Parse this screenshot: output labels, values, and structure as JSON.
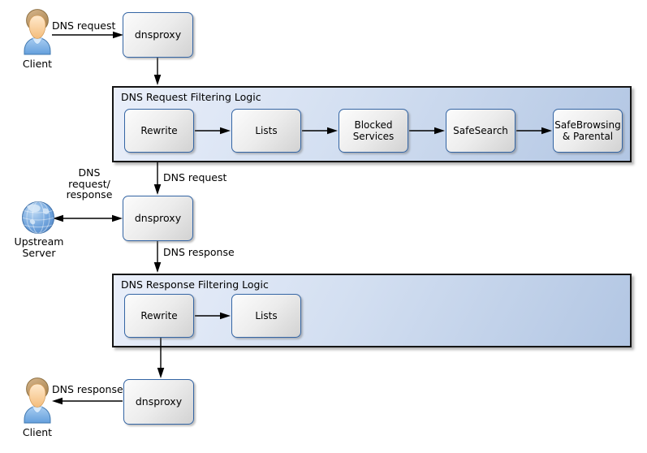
{
  "colors": {
    "node_border": "#3465a4",
    "node_fill_light": "#fcfcfc",
    "node_fill_dark": "#d2d2d2",
    "container_fill_light": "#eaeffa",
    "container_fill_dark": "#b2c6e3",
    "container_border": "#151515",
    "arrow": "#000000",
    "text": "#000000"
  },
  "icons": {
    "client_top": "person-icon",
    "upstream": "globe-icon",
    "client_bottom": "person-icon"
  },
  "actors": {
    "client_top": "Client",
    "upstream": "Upstream Server",
    "client_bottom": "Client"
  },
  "nodes": {
    "dnsproxy1": "dnsproxy",
    "dnsproxy2": "dnsproxy",
    "dnsproxy3": "dnsproxy"
  },
  "containers": {
    "request": {
      "title": "DNS Request Filtering Logic",
      "steps": [
        "Rewrite",
        "Lists",
        "Blocked Services",
        "SafeSearch",
        "SafeBrowsing & Parental"
      ]
    },
    "response": {
      "title": "DNS Response Filtering Logic",
      "steps": [
        "Rewrite",
        "Lists"
      ]
    }
  },
  "edge_labels": {
    "client_to_dnsproxy1": "DNS request",
    "requestlogic_to_dnsproxy2": "DNS request",
    "upstream_dnsproxy2": [
      "DNS",
      "request/",
      "response"
    ],
    "dnsproxy2_to_responselogic": "DNS response",
    "dnsproxy3_to_client": "DNS response"
  }
}
